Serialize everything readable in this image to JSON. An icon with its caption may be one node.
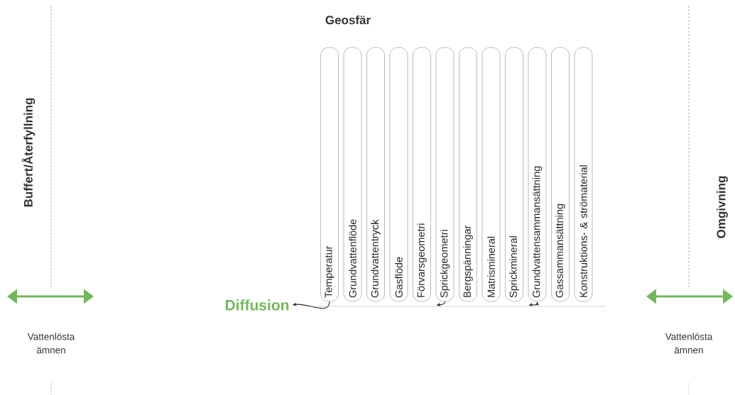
{
  "diagram": {
    "nodes": [
      {
        "text": [
          "Temperatur"
        ]
      },
      {
        "text": [
          "Grundvattenflöde"
        ]
      },
      {
        "text": [
          "Grundvattentryck"
        ]
      },
      {
        "text": [
          "Gasflöde"
        ]
      },
      {
        "text": [
          "Förvarsgeometri"
        ]
      },
      {
        "text": [
          "Sprickgeometri"
        ]
      },
      {
        "text": [
          "Bergspänningar"
        ]
      },
      {
        "text": [
          "Matrismineral"
        ]
      },
      {
        "text": [
          "Sprickmineral"
        ]
      },
      {
        "text": [
          "Grundvattensammansättning"
        ]
      },
      {
        "text": [
          "Gassammansättning"
        ]
      },
      {
        "text": [
          "Konstruktions- & strömaterial"
        ]
      },
      {
        "text": [
          "Diffusion"
        ]
      },
      {
        "text": [],
        "shape": "bar"
      }
    ],
    "edges": [
      {
        "from": 0,
        "to": 12,
        "arrow": "to"
      },
      {
        "from": 5,
        "to": 13,
        "arrow": "to"
      },
      {
        "from": 9,
        "to": 13,
        "arrow": "both"
      }
    ],
    "labels": [
      "Geosfär",
      "Buffert/Återfyllning",
      "Omgivning",
      "Vattenlösta ämnen",
      "Vattenlösta ämnen"
    ]
  }
}
